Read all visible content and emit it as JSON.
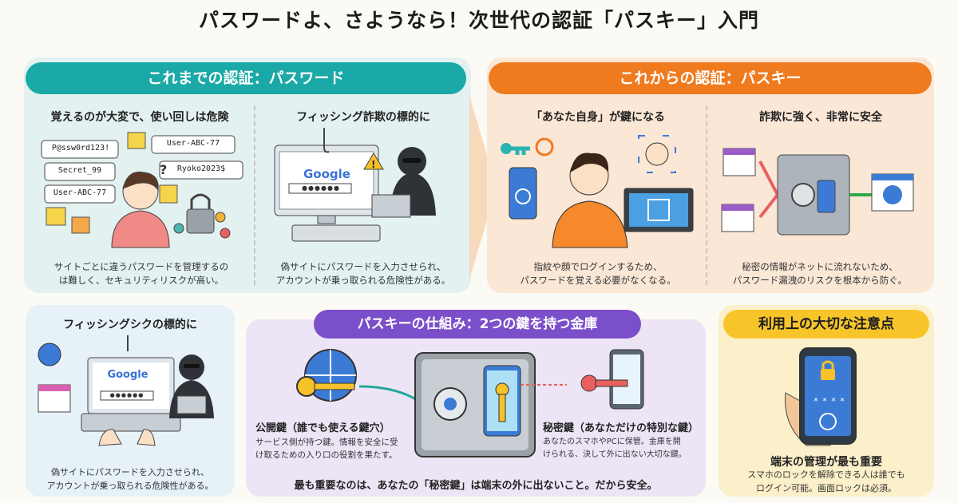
{
  "title": "パスワードよ、さようなら！次世代の認証「パスキー」入門",
  "old": {
    "header": "これまでの認証：パスワード",
    "col1": {
      "heading": "覚えるのが大変で、使い回しは危険",
      "notes": [
        "P@ssw0rd123!",
        "User-ABC-77",
        "Secret_99",
        "Ryoko2023$",
        "User-ABC-77"
      ],
      "caption1": "サイトごとに違うパスワードを管理するの",
      "caption2": "は難しく、セキュリティリスクが高い。"
    },
    "col2": {
      "heading": "フィッシング詐欺の標的に",
      "logo": "Google",
      "password_dots": "●●●●●●",
      "caption1": "偽サイトにパスワードを入力させられ、",
      "caption2": "アカウントが乗っ取られる危険性がある。"
    }
  },
  "new": {
    "header": "これからの認証：パスキー",
    "col1": {
      "heading": "「あなた自身」が鍵になる",
      "caption1": "指紋や顔でログインするため、",
      "caption2": "パスワードを覚える必要がなくなる。"
    },
    "col2": {
      "heading": "詐欺に強く、非常に安全",
      "caption1": "秘密の情報がネットに流れないため、",
      "caption2": "パスワード漏洩のリスクを根本から防ぐ。"
    }
  },
  "phish2": {
    "heading": "フィッシングシクの標的に",
    "logo": "Google",
    "password_dots": "●●●●●●",
    "caption1": "偽サイトにパスワードを入力させられ、",
    "caption2": "アカウントが乗っ取られる危険性がある。"
  },
  "mechanism": {
    "header": "パスキーの仕組み：2つの鍵を持つ金庫",
    "public_title": "公開鍵（誰でも使える鍵穴）",
    "public_desc1": "サービス側が持つ鍵。情報を安全に受",
    "public_desc2": "け取るための入り口の役割を果たす。",
    "private_title": "秘密鍵（あなただけの特別な鍵）",
    "private_desc1": "あなたのスマホやPCに保管。金庫を開",
    "private_desc2": "けられる、決して外に出ない大切な鍵。",
    "footer": "最も重要なのは、あなたの「秘密鍵」は端末の外に出ないこと。だから安全。"
  },
  "caution": {
    "header": "利用上の大切な注意点",
    "pin": "* * * *",
    "subheading": "端末の管理が最も重要",
    "caption1": "スマホのロックを解除できる人は誰でも",
    "caption2": "ログイン可能。画面ロックは必須。"
  },
  "colors": {
    "teal": "#1aa9a6",
    "orange": "#f07a1e",
    "purple": "#7b4fc9",
    "yellow": "#f7c52a"
  }
}
